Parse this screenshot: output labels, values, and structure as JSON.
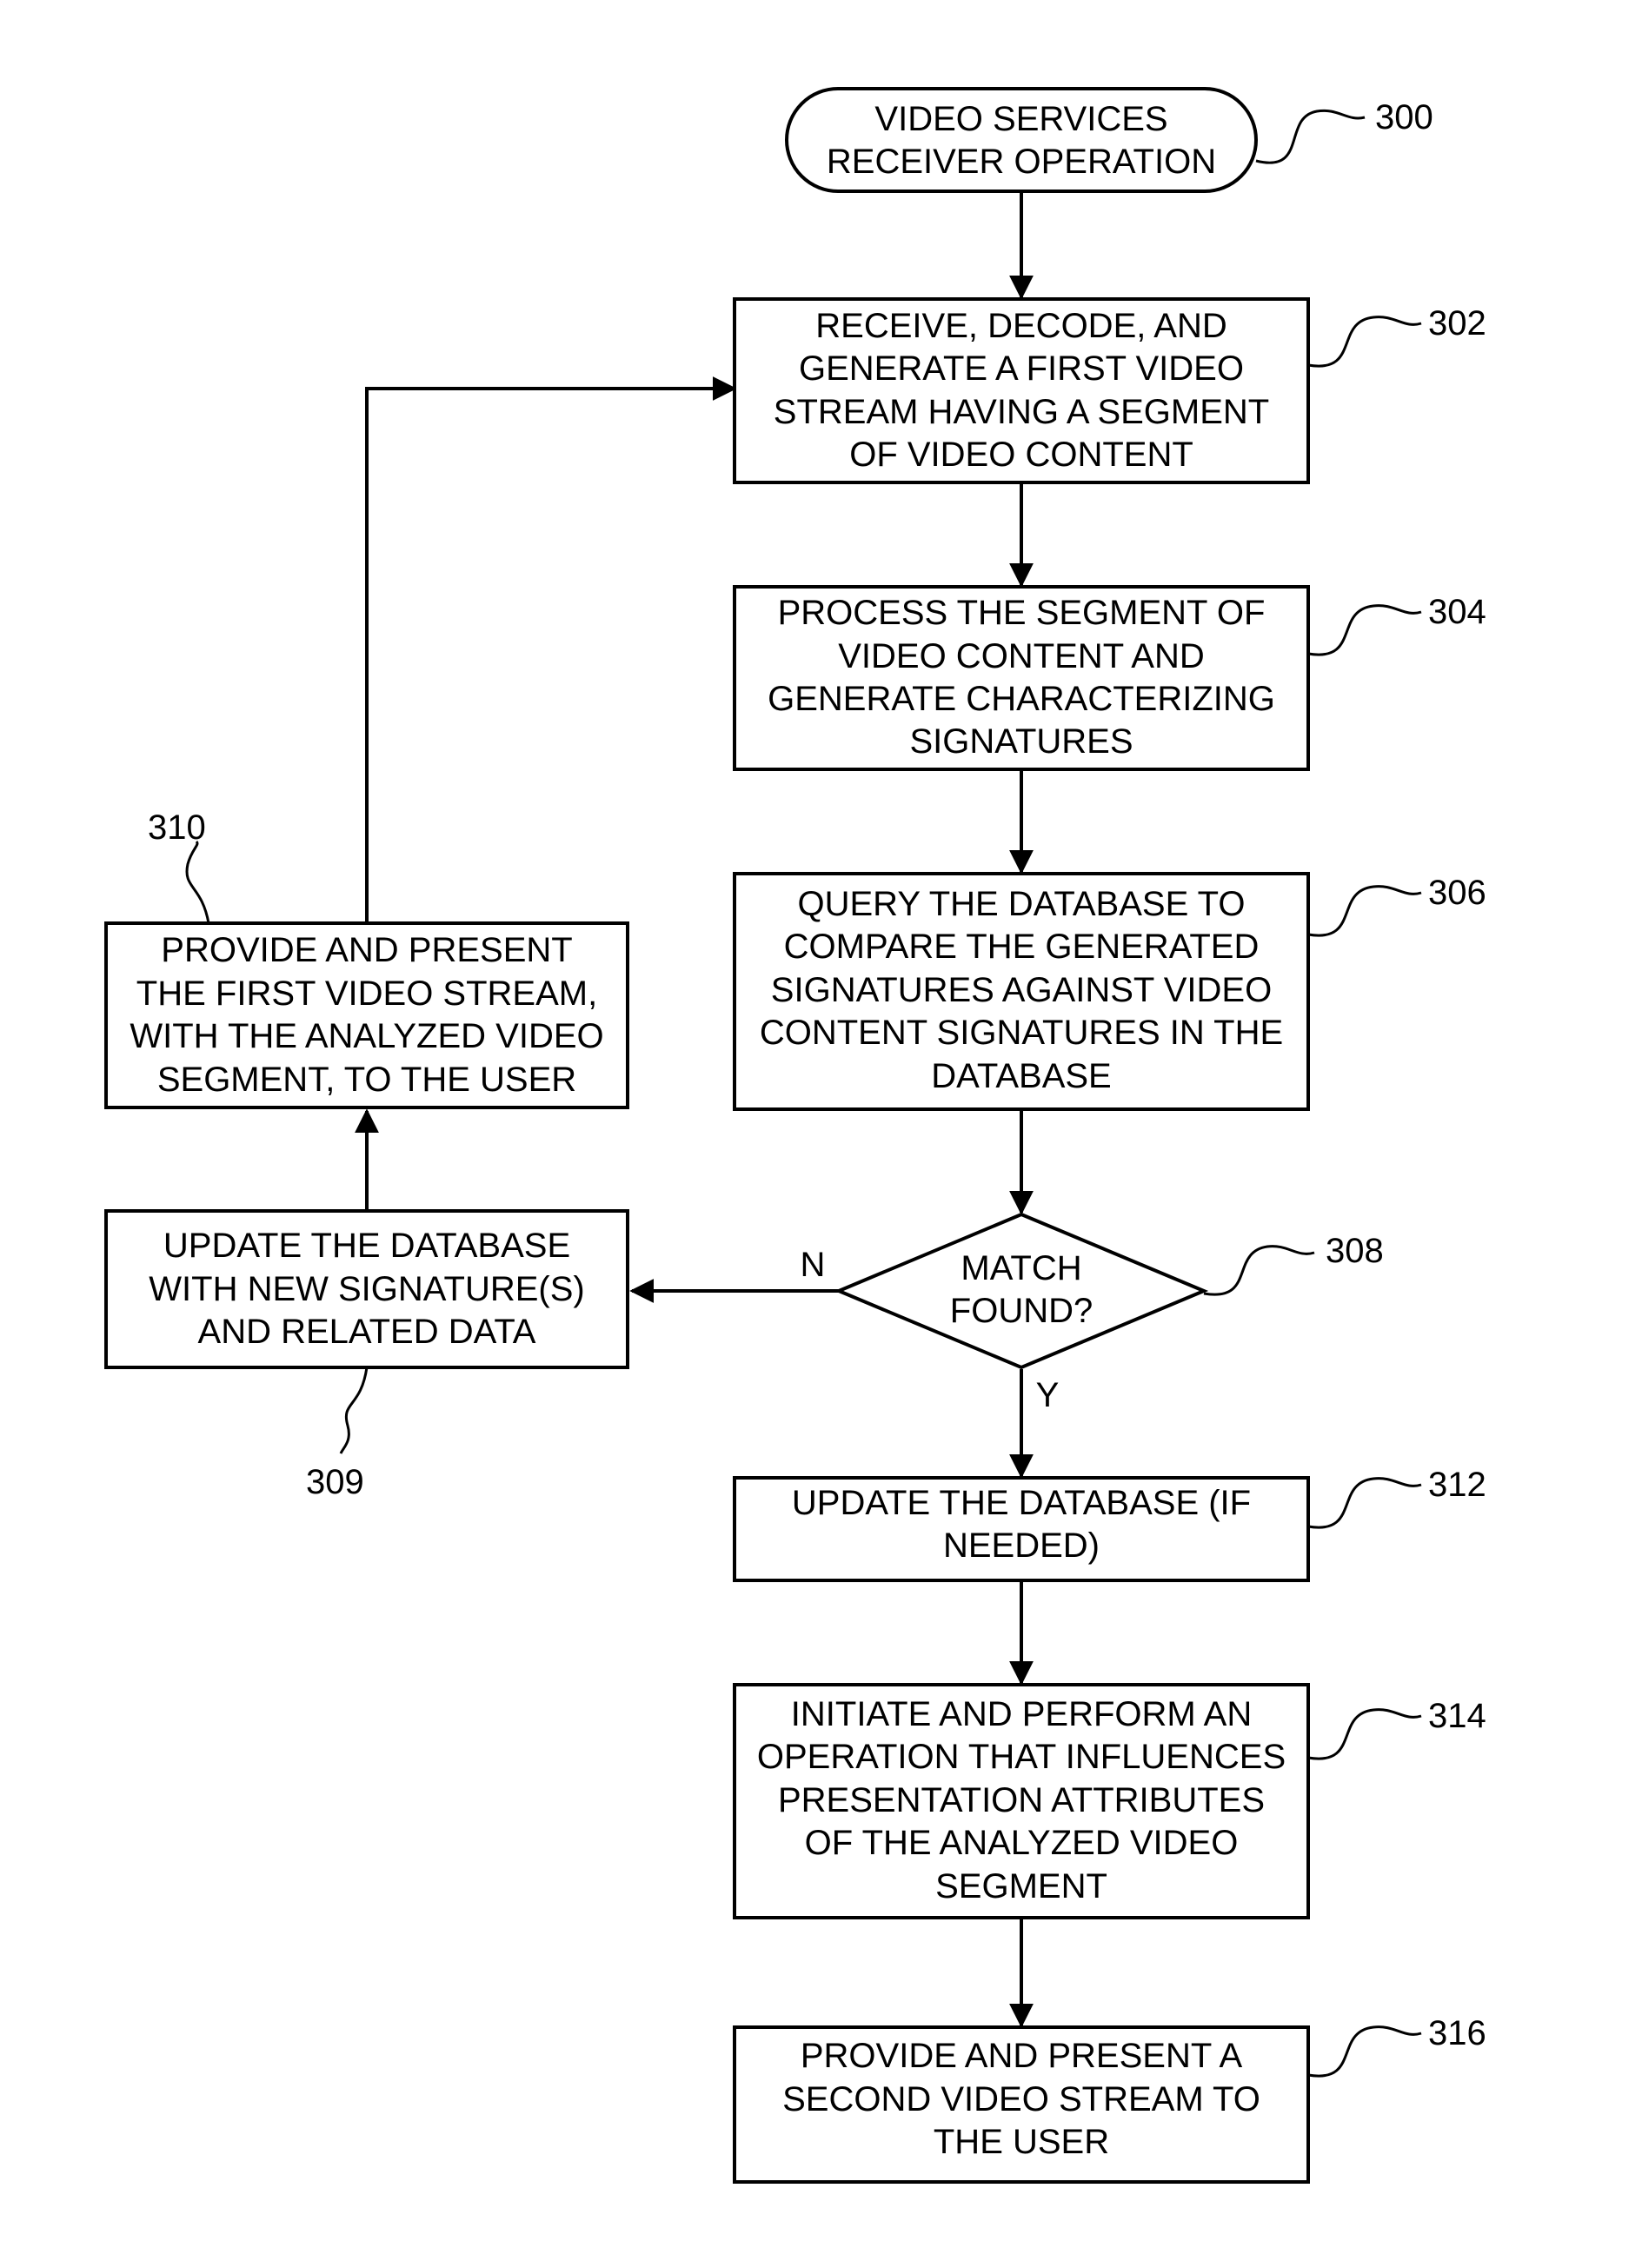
{
  "nodes": {
    "n300": {
      "ref": "300",
      "lines": [
        "VIDEO SERVICES",
        "RECEIVER OPERATION"
      ]
    },
    "n302": {
      "ref": "302",
      "lines": [
        "RECEIVE, DECODE, AND",
        "GENERATE A FIRST VIDEO",
        "STREAM HAVING A SEGMENT",
        "OF VIDEO CONTENT"
      ]
    },
    "n304": {
      "ref": "304",
      "lines": [
        "PROCESS THE SEGMENT OF",
        "VIDEO CONTENT AND",
        "GENERATE CHARACTERIZING",
        "SIGNATURES"
      ]
    },
    "n306": {
      "ref": "306",
      "lines": [
        "QUERY THE DATABASE TO",
        "COMPARE THE GENERATED",
        "SIGNATURES AGAINST VIDEO",
        "CONTENT SIGNATURES IN THE",
        "DATABASE"
      ]
    },
    "n308": {
      "ref": "308",
      "lines": [
        "MATCH",
        "FOUND?"
      ]
    },
    "n309": {
      "ref": "309",
      "lines": [
        "UPDATE THE DATABASE",
        "WITH NEW SIGNATURE(S)",
        "AND RELATED DATA"
      ]
    },
    "n310": {
      "ref": "310",
      "lines": [
        "PROVIDE AND PRESENT",
        "THE FIRST VIDEO STREAM,",
        "WITH THE ANALYZED VIDEO",
        "SEGMENT, TO THE USER"
      ]
    },
    "n312": {
      "ref": "312",
      "lines": [
        "UPDATE THE DATABASE (IF",
        "NEEDED)"
      ]
    },
    "n314": {
      "ref": "314",
      "lines": [
        "INITIATE AND PERFORM AN",
        "OPERATION THAT INFLUENCES",
        "PRESENTATION ATTRIBUTES",
        "OF THE ANALYZED VIDEO",
        "SEGMENT"
      ]
    },
    "n316": {
      "ref": "316",
      "lines": [
        "PROVIDE AND PRESENT A",
        "SECOND VIDEO STREAM TO",
        "THE USER"
      ]
    }
  },
  "edges": {
    "no_label": "N",
    "yes_label": "Y"
  }
}
